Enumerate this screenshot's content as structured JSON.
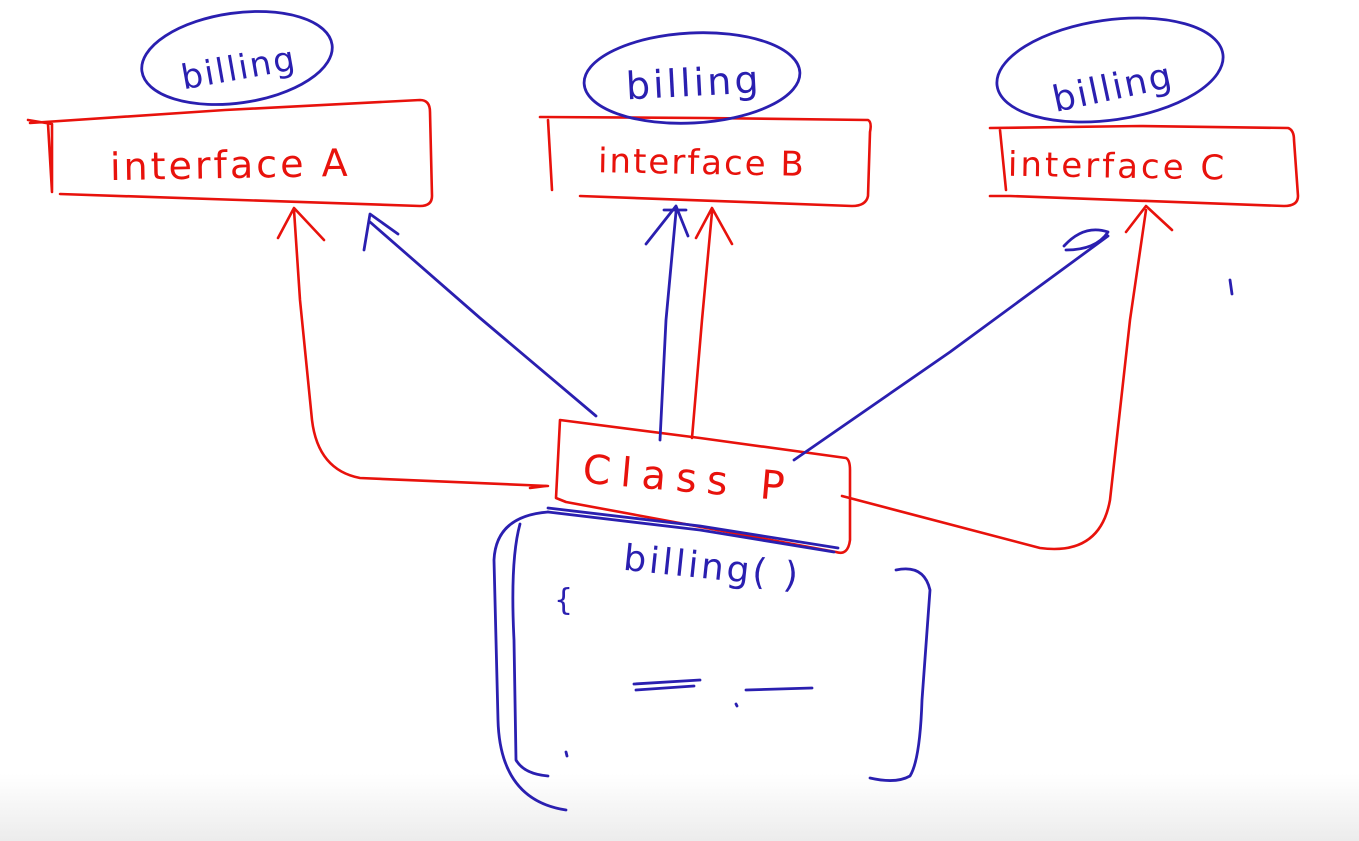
{
  "interfaces": [
    {
      "name": "interface A",
      "method": "billing"
    },
    {
      "name": "interface B",
      "method": "billing"
    },
    {
      "name": "interface C",
      "method": "billing"
    }
  ],
  "class": {
    "name": "Class P",
    "method": "billing( )",
    "open_brace": "{"
  },
  "colors": {
    "interface_and_inheritance": "#e8120c",
    "method_annotation": "#2a1fb0",
    "background": "#ffffff"
  }
}
